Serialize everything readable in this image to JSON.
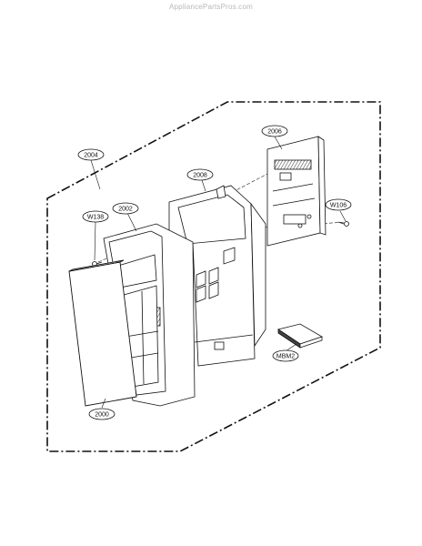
{
  "watermark": "AppliancePartsPros.com",
  "callouts": {
    "c2000": "2000",
    "c2002": "2002",
    "c2004": "2004",
    "c2006": "2006",
    "c2008": "2008",
    "cW106": "W106",
    "cW138": "W138",
    "cMBM2": "MBM2"
  }
}
